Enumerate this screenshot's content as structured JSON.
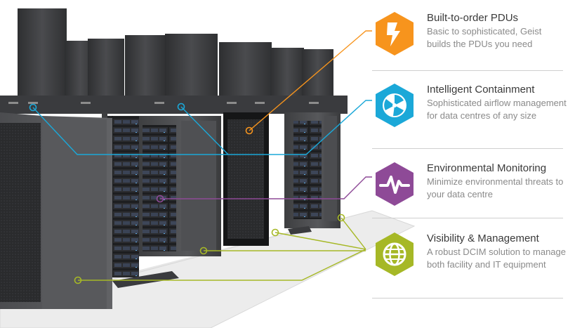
{
  "features": [
    {
      "title": "Built-to-order PDUs",
      "desc": "Basic to sophisticated, Geist builds the PDUs you need",
      "icon": "lightning-bolt-icon",
      "color": "#F7941D"
    },
    {
      "title": "Intelligent Containment",
      "desc": "Sophisticated airflow management for data centres of any size",
      "icon": "fan-icon",
      "color": "#1BA8D8"
    },
    {
      "title": "Environmental Monitoring",
      "desc": "Minimize environmental threats to your data centre",
      "icon": "pulse-wave-icon",
      "color": "#8E4A97"
    },
    {
      "title": "Visibility & Management",
      "desc": "A robust DCIM solution to manage both facility and IT equipment",
      "icon": "globe-icon",
      "color": "#A6B826"
    }
  ]
}
